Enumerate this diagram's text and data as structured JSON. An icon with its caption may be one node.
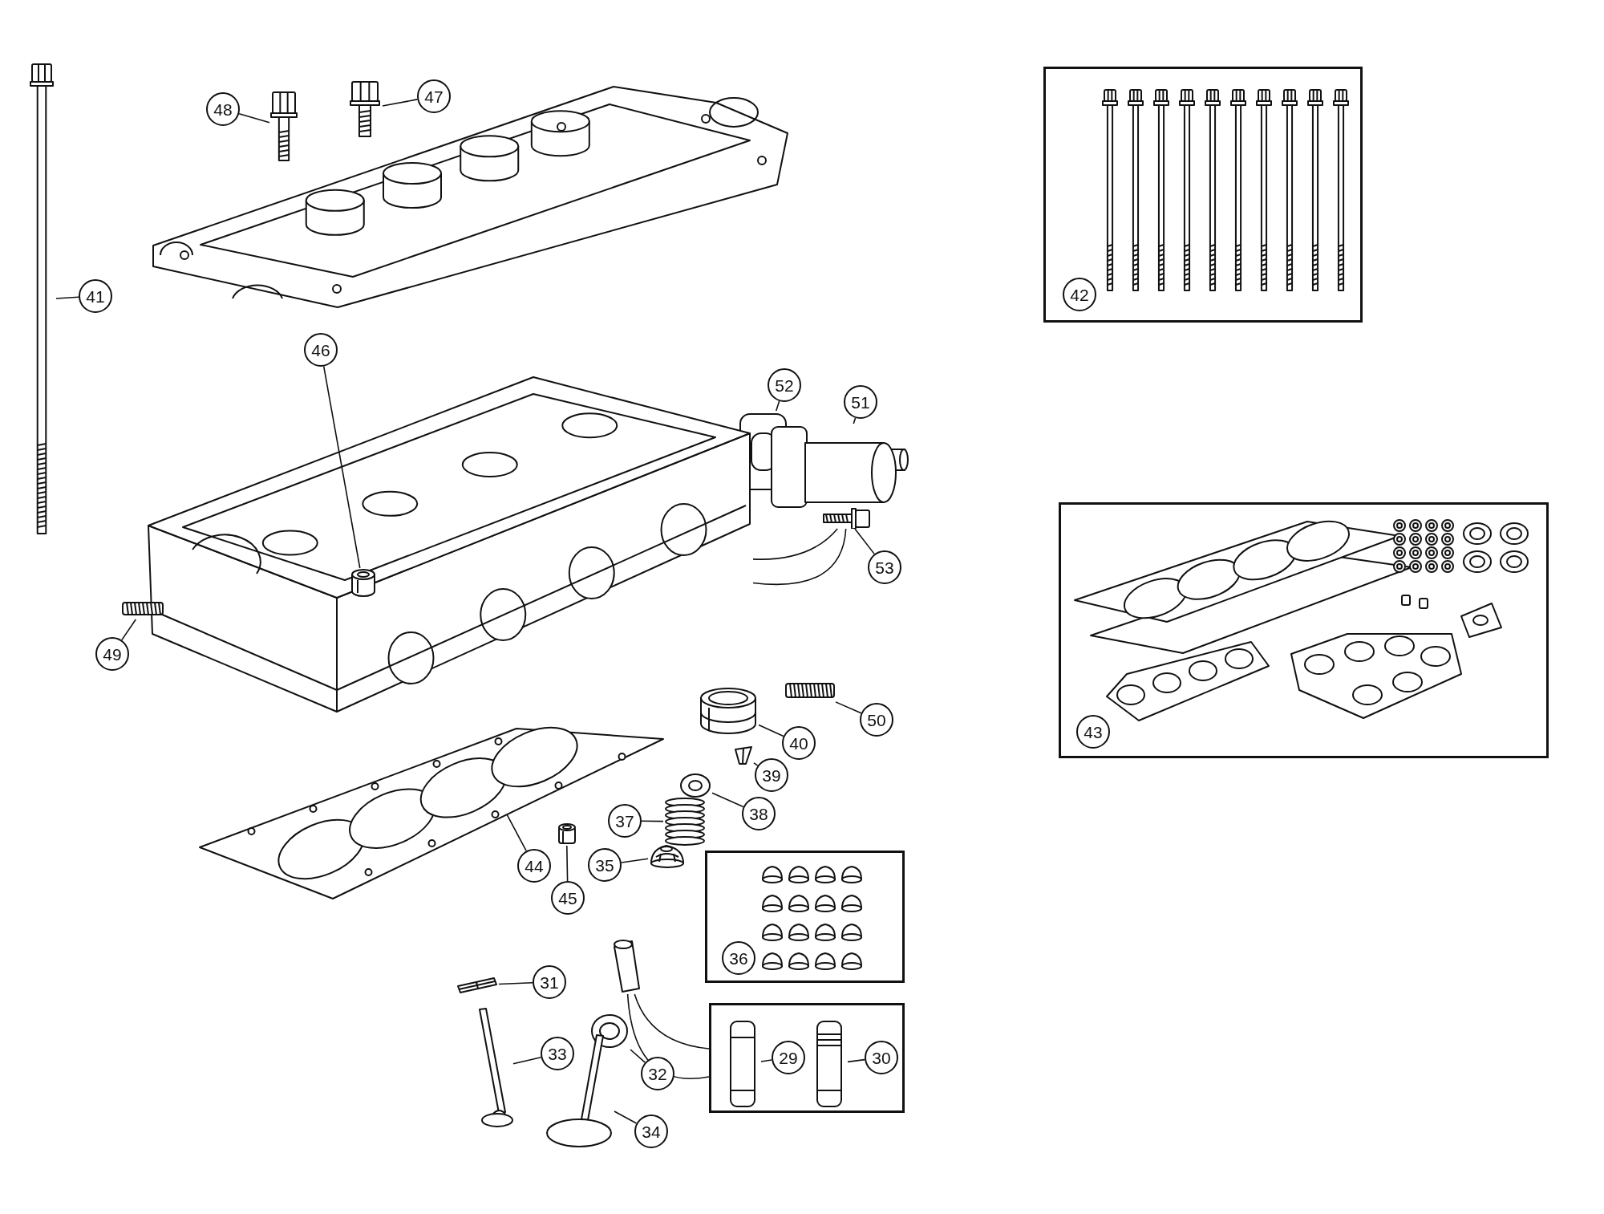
{
  "diagram": {
    "nodes": [
      {
        "text": [],
        "shape": "picture"
      },
      {
        "text": [
          "41"
        ]
      },
      {
        "text": [],
        "shape": "picture"
      },
      {
        "text": [
          "48"
        ]
      },
      {
        "text": [],
        "shape": "picture"
      },
      {
        "text": [
          "47"
        ]
      },
      {
        "text": [],
        "shape": "box"
      },
      {
        "text": [
          "42"
        ],
        "in": 6
      },
      {
        "text": [],
        "shape": "picture"
      },
      {
        "text": [
          "52"
        ]
      },
      {
        "text": [],
        "shape": "picture"
      },
      {
        "text": [
          "51"
        ]
      },
      {
        "text": [],
        "shape": "picture"
      },
      {
        "text": [
          "53"
        ]
      },
      {
        "text": [],
        "shape": "picture"
      },
      {
        "text": [],
        "shape": "cylinder",
        "in": 14
      },
      {
        "text": [
          "46"
        ]
      },
      {
        "text": [],
        "shape": "box"
      },
      {
        "text": [
          "43"
        ],
        "in": 17
      },
      {
        "text": [],
        "shape": "picture"
      },
      {
        "text": [
          "49"
        ]
      },
      {
        "text": [],
        "shape": "picture"
      },
      {
        "text": [
          "50"
        ]
      },
      {
        "text": [],
        "shape": "cylinder"
      },
      {
        "text": [
          "40"
        ]
      },
      {
        "text": [],
        "shape": "picture"
      },
      {
        "text": [
          "39"
        ]
      },
      {
        "text": [],
        "shape": "picture"
      },
      {
        "text": [
          "38"
        ]
      },
      {
        "text": [],
        "shape": "picture"
      },
      {
        "text": [
          "37"
        ]
      },
      {
        "text": [],
        "shape": "picture"
      },
      {
        "text": [],
        "shape": "cylinder"
      },
      {
        "text": [
          "44"
        ]
      },
      {
        "text": [
          "45"
        ]
      },
      {
        "text": [],
        "shape": "picture"
      },
      {
        "text": [
          "35"
        ]
      },
      {
        "text": [],
        "shape": "box"
      },
      {
        "text": [
          "36"
        ],
        "in": 37
      },
      {
        "text": [],
        "shape": "picture"
      },
      {
        "text": [],
        "shape": "bar"
      },
      {
        "text": [
          "31"
        ]
      },
      {
        "text": [],
        "shape": "picture"
      },
      {
        "text": [
          "32"
        ]
      },
      {
        "text": [],
        "shape": "picture"
      },
      {
        "text": [
          "33"
        ]
      },
      {
        "text": [],
        "shape": "box"
      },
      {
        "text": [],
        "shape": "picture",
        "in": 46
      },
      {
        "text": [
          "29"
        ],
        "in": 46
      },
      {
        "text": [],
        "shape": "picture",
        "in": 46
      },
      {
        "text": [
          "30"
        ],
        "in": 46
      },
      {
        "text": [],
        "shape": "picture"
      },
      {
        "text": [
          "34"
        ]
      }
    ],
    "edges": [
      {
        "from": 1,
        "to": 0,
        "arrow": "none"
      },
      {
        "from": 3,
        "to": 2,
        "arrow": "none"
      },
      {
        "from": 5,
        "to": 4,
        "arrow": "none"
      },
      {
        "from": 9,
        "to": 8,
        "arrow": "none"
      },
      {
        "from": 11,
        "to": 10,
        "arrow": "none"
      },
      {
        "from": 13,
        "to": 12,
        "arrow": "none"
      },
      {
        "from": 12,
        "to": 14,
        "arrow": "none"
      },
      {
        "from": 12,
        "to": 14,
        "arrow": "none"
      },
      {
        "from": 16,
        "to": 15,
        "arrow": "none"
      },
      {
        "from": 20,
        "to": 19,
        "arrow": "none"
      },
      {
        "from": 22,
        "to": 21,
        "arrow": "none"
      },
      {
        "from": 24,
        "to": 23,
        "arrow": "none"
      },
      {
        "from": 26,
        "to": 25,
        "arrow": "none"
      },
      {
        "from": 28,
        "to": 27,
        "arrow": "none"
      },
      {
        "from": 30,
        "to": 29,
        "arrow": "none"
      },
      {
        "from": 33,
        "to": 31,
        "arrow": "none"
      },
      {
        "from": 34,
        "to": 32,
        "arrow": "none"
      },
      {
        "from": 36,
        "to": 35,
        "arrow": "none"
      },
      {
        "from": 39,
        "to": 46,
        "arrow": "none"
      },
      {
        "from": 39,
        "to": 46,
        "arrow": "none"
      },
      {
        "from": 41,
        "to": 40,
        "arrow": "none"
      },
      {
        "from": 43,
        "to": 42,
        "arrow": "none"
      },
      {
        "from": 45,
        "to": 44,
        "arrow": "none"
      },
      {
        "from": 48,
        "to": 47,
        "arrow": "none"
      },
      {
        "from": 50,
        "to": 49,
        "arrow": "none"
      },
      {
        "from": 52,
        "to": 51,
        "arrow": "none"
      }
    ]
  }
}
